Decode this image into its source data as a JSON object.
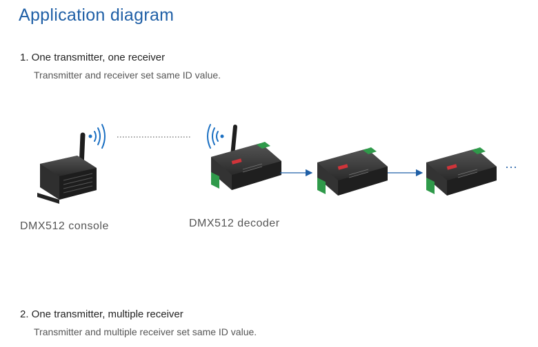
{
  "title": "Application diagram",
  "sections": [
    {
      "heading": "1. One transmitter, one receiver",
      "note": "Transmitter and receiver set same ID value."
    },
    {
      "heading": "2. One transmitter, multiple receiver",
      "note": "Transmitter and multiple receiver set same ID value."
    }
  ],
  "labels": {
    "console": "DMX512 console",
    "decoder": "DMX512 decoder",
    "more": "···"
  },
  "colors": {
    "title": "#1f5fa6",
    "wave": "#1a6fc2",
    "arrow": "#1f5fa6",
    "device": "#2b2b2b",
    "terminal": "#2f9a4a",
    "badge": "#d0343a"
  },
  "icons": [
    "antenna-icon",
    "wireless-signal-icon",
    "arrow-right-icon"
  ]
}
